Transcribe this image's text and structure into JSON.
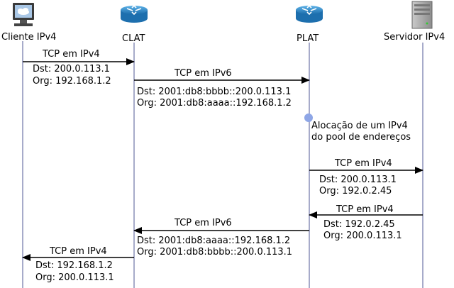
{
  "nodes": [
    {
      "id": "client",
      "label": "Cliente IPv4",
      "icon": "computer-icon"
    },
    {
      "id": "clat",
      "label": "CLAT",
      "icon": "router-icon"
    },
    {
      "id": "plat",
      "label": "PLAT",
      "icon": "router-icon"
    },
    {
      "id": "server",
      "label": "Servidor IPv4",
      "icon": "server-icon"
    }
  ],
  "messages": [
    {
      "title": "TCP em IPv4",
      "dst": "Dst: 200.0.113.1",
      "org": "Org: 192.168.1.2"
    },
    {
      "title": "TCP em IPv6",
      "dst": "Dst: 2001:db8:bbbb::200.0.113.1",
      "org": "Org: 2001:db8:aaaa::192.168.1.2"
    },
    {
      "title": "TCP em IPv4",
      "dst": "Dst: 200.0.113.1",
      "org": "Org: 192.0.2.45"
    },
    {
      "title": "TCP em IPv4",
      "dst": "Dst: 192.0.2.45",
      "org": "Org: 200.0.113.1"
    },
    {
      "title": "TCP em IPv6",
      "dst": "Dst: 2001:db8:aaaa::192.168.1.2",
      "org": "Org: 2001:db8:bbbb::200.0.113.1"
    },
    {
      "title": "TCP em IPv4",
      "dst": "Dst: 192.168.1.2",
      "org": "Org: 200.0.113.1"
    }
  ],
  "note": {
    "line1": "Alocação de um IPv4",
    "line2": "do pool de endereços"
  },
  "colors": {
    "lifeline": "#8a8fb8",
    "router": "#1f7fc4",
    "note_dot": "#8ea6e6"
  }
}
